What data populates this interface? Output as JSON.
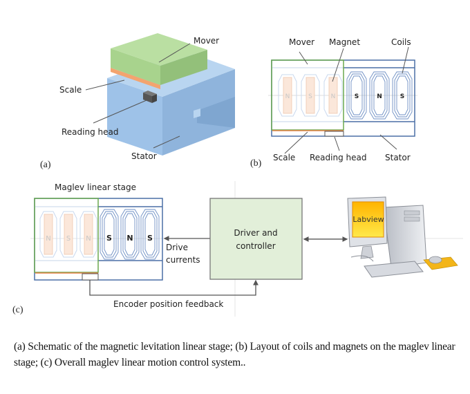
{
  "panel_a": {
    "tag": "(a)",
    "labels": {
      "mover": "Mover",
      "scale": "Scale",
      "reading_head": "Reading head",
      "stator": "Stator"
    }
  },
  "panel_b": {
    "tag": "(b)",
    "labels": {
      "mover": "Mover",
      "magnet": "Magnet",
      "coils": "Coils",
      "scale": "Scale",
      "reading_head": "Reading head",
      "stator": "Stator"
    },
    "magnet_poles": [
      "N",
      "S",
      "N"
    ],
    "coil_poles": [
      "S",
      "N",
      "S"
    ]
  },
  "panel_c": {
    "tag": "(c)",
    "title": "Maglev linear stage",
    "magnet_poles": [
      "N",
      "S",
      "N"
    ],
    "coil_poles": [
      "S",
      "N",
      "S"
    ],
    "drive_label_line1": "Drive",
    "drive_label_line2": "currents",
    "controller_line1": "Driver and",
    "controller_line2": "controller",
    "feedback_label": "Encoder position feedback",
    "computer_screen_label": "Labview"
  },
  "colors": {
    "mover_green": "#b9dea1",
    "stator_blue": "#a7c8ea",
    "scale_orange": "#f3a46f",
    "mover_outline": "#6aa84f",
    "stator_outline": "#4a6fa5",
    "controller_fill": "#e2efd9",
    "screen_yellow": "#ffd320"
  },
  "caption": "(a) Schematic of the magnetic levitation linear stage; (b) Layout of coils and magnets on the maglev linear stage; (c) Overall maglev linear motion control system.."
}
